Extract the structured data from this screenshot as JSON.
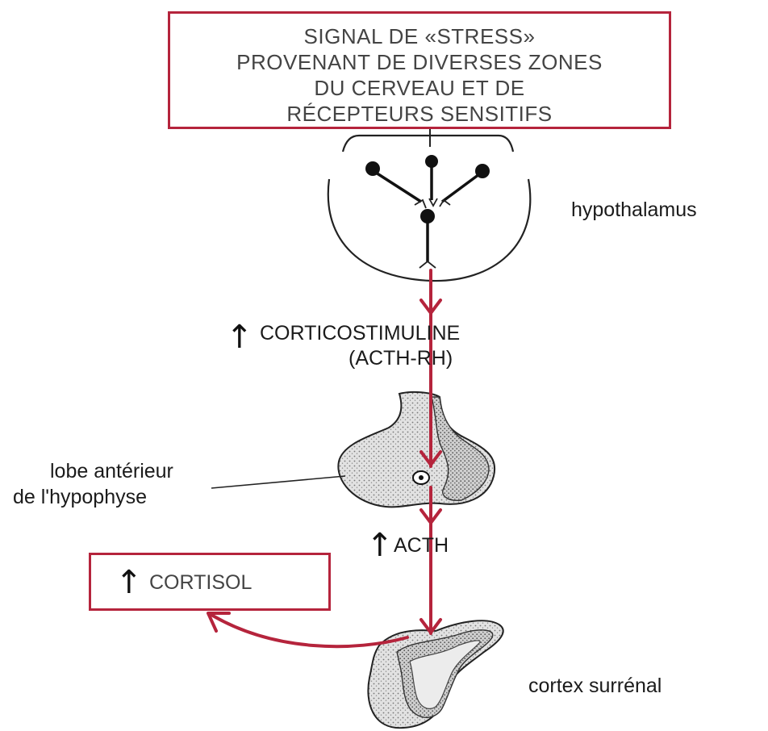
{
  "signal_box": {
    "lines": [
      "SIGNAL DE «STRESS»",
      "PROVENANT DE DIVERSES ZONES",
      "DU CERVEAU ET DE",
      "RÉCEPTEURS SENSITIFS"
    ]
  },
  "labels": {
    "hypothalamus": "hypothalamus",
    "crh_line1": "CORTICOSTIMULINE",
    "crh_line2": "(ACTH-RH)",
    "pituitary_line1": "lobe antérieur",
    "pituitary_line2": "de l'hypophyse",
    "acth": "ACTH",
    "cortisol": "CORTISOL",
    "adrenal": "cortex surrénal"
  },
  "symbols": {
    "increase": "↑"
  },
  "colors": {
    "arrow_red": "#b5243c",
    "ink": "#111111",
    "gland_fill": "#d9d9d9"
  }
}
